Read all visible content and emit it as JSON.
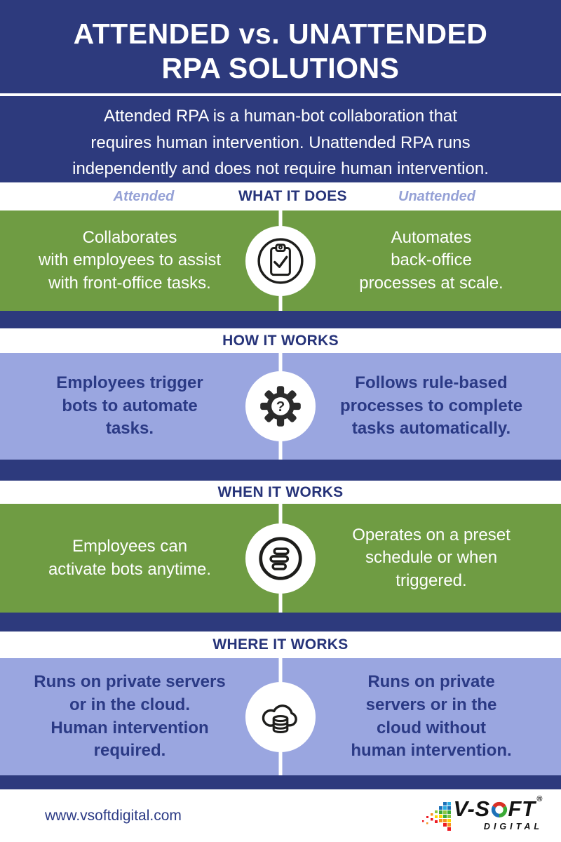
{
  "header": {
    "title_lines": [
      "ATTENDED vs. UNATTENDED",
      "RPA SOLUTIONS"
    ],
    "description_lines": [
      "Attended RPA is a human-bot collaboration that",
      "requires human intervention. Unattended RPA runs",
      "independently and does not require human intervention."
    ]
  },
  "column_labels": {
    "left": "Attended",
    "right": "Unattended"
  },
  "sections": [
    {
      "title": "WHAT IT DOES",
      "icon": "clipboard-check-icon",
      "theme": "green",
      "attended_lines": [
        "Collaborates",
        "with employees to assist",
        "with front-office tasks."
      ],
      "unattended_lines": [
        "Automates",
        "back-office",
        "processes at scale."
      ]
    },
    {
      "title": "HOW IT WORKS",
      "icon": "gear-question-icon",
      "theme": "periwinkle",
      "attended_lines": [
        "Employees trigger",
        "bots to automate",
        "tasks."
      ],
      "unattended_lines": [
        "Follows rule-based",
        "processes to complete",
        "tasks automatically."
      ]
    },
    {
      "title": "WHEN IT WORKS",
      "icon": "task-list-icon",
      "theme": "green",
      "attended_lines": [
        "Employees can",
        "activate bots anytime."
      ],
      "unattended_lines": [
        "Operates on a preset",
        "schedule or when",
        "triggered."
      ]
    },
    {
      "title": "WHERE IT WORKS",
      "icon": "cloud-database-icon",
      "theme": "periwinkle",
      "attended_lines": [
        "Runs on private servers",
        "or in the cloud.",
        "Human intervention",
        "required."
      ],
      "unattended_lines": [
        "Runs on private",
        "servers or in the",
        "cloud without",
        "human intervention."
      ]
    }
  ],
  "footer": {
    "website": "www.vsoftdigital.com",
    "logo": {
      "prefix": "V-S",
      "o": "O",
      "suffix": "FT",
      "registered_mark": "®",
      "sub": "DIGITAL"
    }
  },
  "colors": {
    "navy": "#2d3a7d",
    "green": "#6f9c43",
    "periwinkle": "#9aa6e0",
    "navy_text": "#2b3a85",
    "section_title_navy": "#263379",
    "label_blue": "#95a1d6",
    "icon_black": "#1d1d1b",
    "white": "#ffffff"
  }
}
